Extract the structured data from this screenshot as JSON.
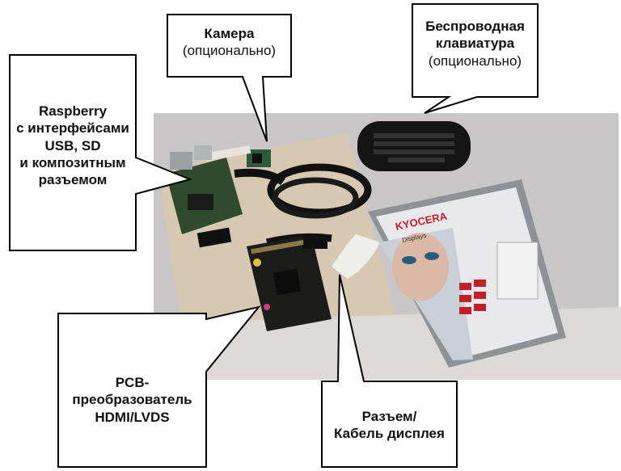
{
  "callouts": {
    "camera": {
      "title": "Камера",
      "note": "(опционально)"
    },
    "keyboard": {
      "title_line1": "Беспроводная",
      "title_line2": "клавиатура",
      "note": "(опционально)"
    },
    "raspberry": {
      "line1": "Raspberry",
      "line2": "с интерфейсами",
      "line3": "USB, SD",
      "line4": "и композитным",
      "line5": "разъемом"
    },
    "pcb": {
      "line1": "PCB-преобразователь",
      "line2": "HDMI/LVDS"
    },
    "cable": {
      "line1": "Разъем/",
      "line2": "Кабель дисплея"
    }
  },
  "display": {
    "brand": "KYOCERA",
    "subbrand": "Displays"
  },
  "colors": {
    "table": "#d9cfbe",
    "wall": "#c9c6c7",
    "board_green": "#2f4a2c",
    "pcb_black": "#1c1c1a",
    "brand_red": "#c0202a"
  }
}
